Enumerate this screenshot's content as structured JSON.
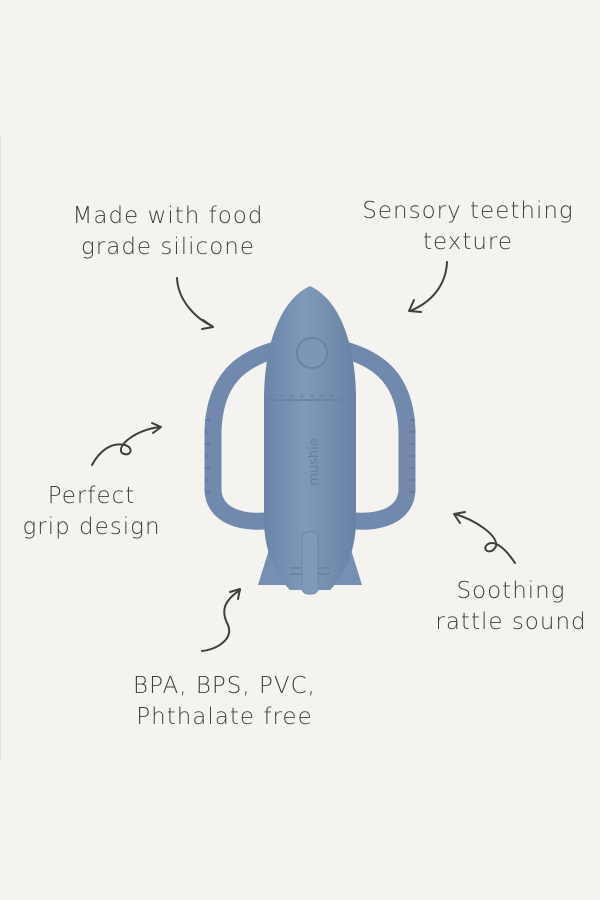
{
  "image": {
    "background": "#f4f3ef",
    "product_color": "#7892b3",
    "text_color": "#3f3f3f",
    "brand_mark": "mushie"
  },
  "callouts": [
    {
      "id": "food-grade",
      "lines": [
        "Made with food",
        "grade silicone"
      ]
    },
    {
      "id": "sensory",
      "lines": [
        "Sensory teething",
        "texture"
      ]
    },
    {
      "id": "grip",
      "lines": [
        "Perfect",
        "grip design"
      ]
    },
    {
      "id": "rattle",
      "lines": [
        "Soothing",
        "rattle sound"
      ]
    },
    {
      "id": "bpa-free",
      "lines": [
        "BPA, BPS, PVC,",
        "Phthalate free"
      ]
    }
  ]
}
